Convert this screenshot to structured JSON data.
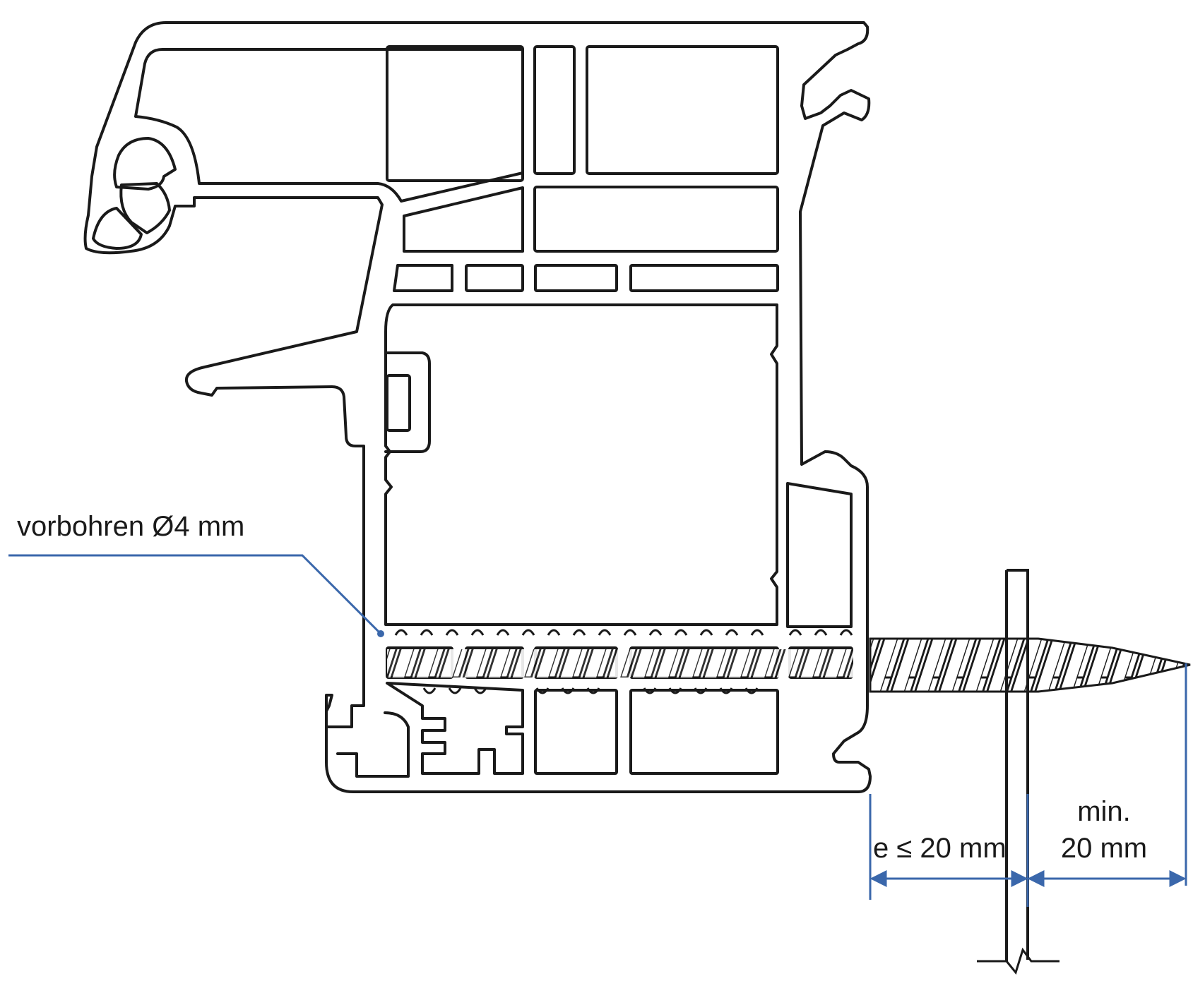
{
  "diagram": {
    "annotations": {
      "predrill_label": "vorbohren Ø4 mm",
      "edge_distance_label": "e ≤ 20 mm",
      "min_depth_line1": "min.",
      "min_depth_line2": "20 mm"
    },
    "colors": {
      "outline": "#1a1a1a",
      "dimension": "#3a67ab",
      "background": "#ffffff"
    }
  }
}
